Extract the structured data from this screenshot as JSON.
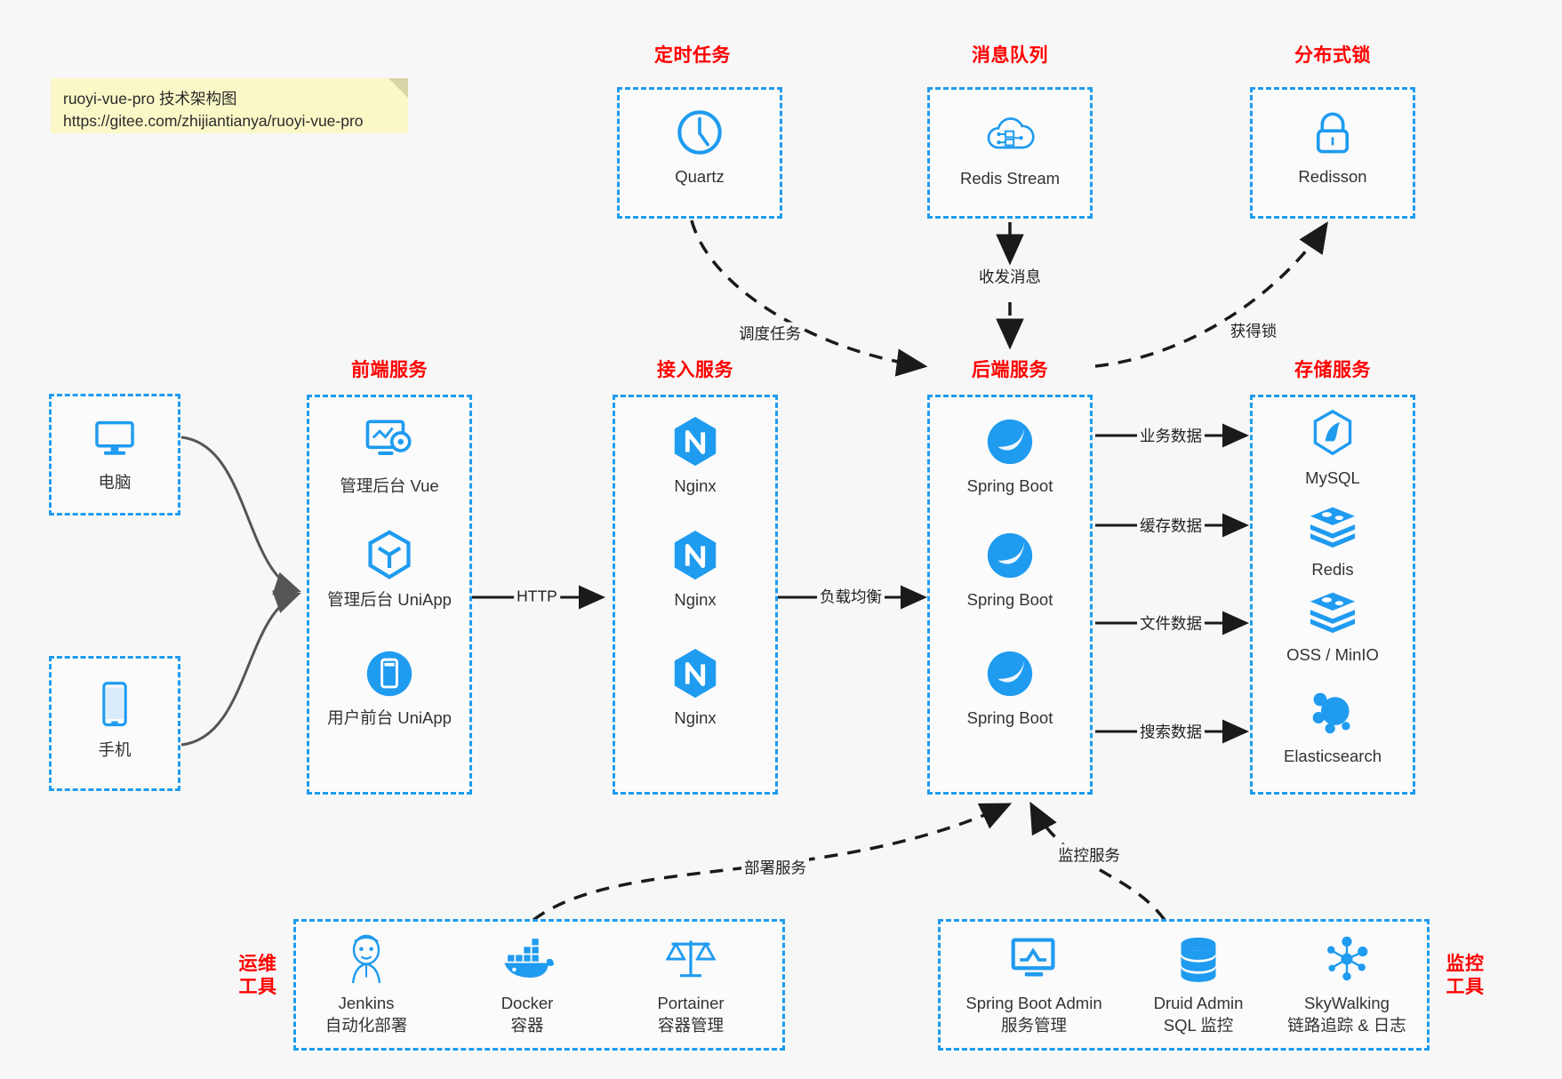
{
  "note": {
    "line1": "ruoyi-vue-pro 技术架构图",
    "line2": "https://gitee.com/zhijiantianya/ruoyi-vue-pro"
  },
  "groups": {
    "scheduler": {
      "title": "定时任务"
    },
    "mq": {
      "title": "消息队列"
    },
    "lock": {
      "title": "分布式锁"
    },
    "frontend": {
      "title": "前端服务"
    },
    "gateway": {
      "title": "接入服务"
    },
    "backend": {
      "title": "后端服务"
    },
    "storage": {
      "title": "存储服务"
    },
    "devops": {
      "title_line1": "运维",
      "title_line2": "工具"
    },
    "monitor": {
      "title_line1": "监控",
      "title_line2": "工具"
    }
  },
  "clients": [
    {
      "label": "电脑",
      "icon": "desktop-icon"
    },
    {
      "label": "手机",
      "icon": "mobile-icon"
    }
  ],
  "scheduler_nodes": [
    {
      "label": "Quartz",
      "icon": "clock-icon"
    }
  ],
  "mq_nodes": [
    {
      "label": "Redis Stream",
      "icon": "cloud-stream-icon"
    }
  ],
  "lock_nodes": [
    {
      "label": "Redisson",
      "icon": "lock-icon"
    }
  ],
  "frontend_nodes": [
    {
      "label": "管理后台 Vue",
      "icon": "dashboard-gear-icon"
    },
    {
      "label": "管理后台 UniApp",
      "icon": "cube-icon"
    },
    {
      "label": "用户前台 UniApp",
      "icon": "app-icon"
    }
  ],
  "gateway_nodes": [
    {
      "label": "Nginx",
      "icon": "nginx-icon"
    },
    {
      "label": "Nginx",
      "icon": "nginx-icon"
    },
    {
      "label": "Nginx",
      "icon": "nginx-icon"
    }
  ],
  "backend_nodes": [
    {
      "label": "Spring Boot",
      "icon": "spring-boot-icon"
    },
    {
      "label": "Spring Boot",
      "icon": "spring-boot-icon"
    },
    {
      "label": "Spring Boot",
      "icon": "spring-boot-icon"
    }
  ],
  "storage_nodes": [
    {
      "label": "MySQL",
      "icon": "mysql-icon"
    },
    {
      "label": "Redis",
      "icon": "redis-icon"
    },
    {
      "label": "OSS / MinIO",
      "icon": "oss-icon"
    },
    {
      "label": "Elasticsearch",
      "icon": "elasticsearch-icon"
    }
  ],
  "devops_nodes": [
    {
      "label": "Jenkins",
      "sub": "自动化部署",
      "icon": "jenkins-icon"
    },
    {
      "label": "Docker",
      "sub": "容器",
      "icon": "docker-icon"
    },
    {
      "label": "Portainer",
      "sub": "容器管理",
      "icon": "scales-icon"
    }
  ],
  "monitor_nodes": [
    {
      "label": "Spring Boot Admin",
      "sub": "服务管理",
      "icon": "monitor-chart-icon"
    },
    {
      "label": "Druid Admin",
      "sub": "SQL 监控",
      "icon": "database-icon"
    },
    {
      "label": "SkyWalking",
      "sub": "链路追踪 & 日志",
      "icon": "network-nodes-icon"
    }
  ],
  "edge_labels": {
    "http": "HTTP",
    "load_balance": "负载均衡",
    "schedule_task": "调度任务",
    "send_receive_message": "收发消息",
    "acquire_lock": "获得锁",
    "business_data": "业务数据",
    "cache_data": "缓存数据",
    "file_data": "文件数据",
    "search_data": "搜索数据",
    "deploy_service": "部署服务",
    "monitor_service": "监控服务"
  },
  "colors": {
    "accent_blue": "#1f9bf0",
    "group_title_red": "#ff0000",
    "edge_gray": "#555555",
    "edge_black": "#1a1a1a",
    "note_yellow": "#fbf8c8",
    "background": "#f7f7f7"
  }
}
